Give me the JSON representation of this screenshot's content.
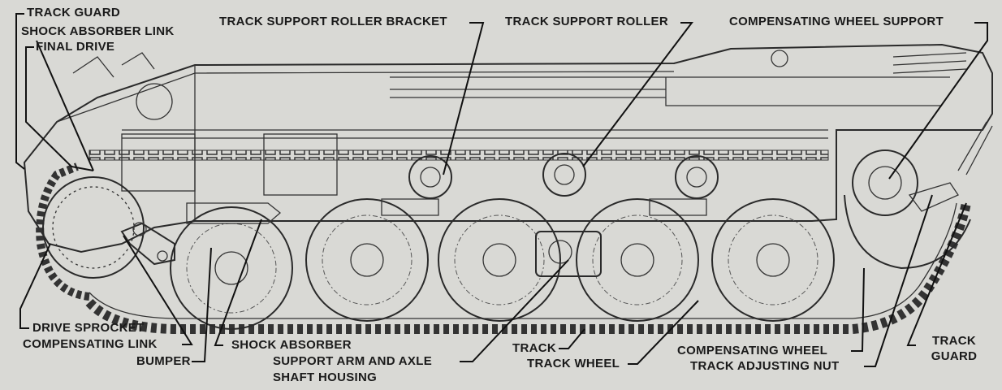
{
  "labels": {
    "track_guard_left": "TRACK GUARD",
    "shock_absorber_link": "SHOCK ABSORBER LINK",
    "final_drive": "FINAL DRIVE",
    "track_support_roller_bracket": "TRACK SUPPORT ROLLER BRACKET",
    "track_support_roller": "TRACK SUPPORT ROLLER",
    "compensating_wheel_support": "COMPENSATING WHEEL SUPPORT",
    "drive_sprocket": "DRIVE SPROCKET",
    "compensating_link": "COMPENSATING LINK",
    "bumper": "BUMPER",
    "shock_absorber": "SHOCK ABSORBER",
    "support_arm_line1": "SUPPORT ARM AND AXLE",
    "support_arm_line2": "SHAFT HOUSING",
    "track": "TRACK",
    "track_wheel": "TRACK WHEEL",
    "compensating_wheel": "COMPENSATING WHEEL",
    "track_adjusting_nut": "TRACK ADJUSTING NUT",
    "track_guard_right_line1": "TRACK",
    "track_guard_right_line2": "GUARD"
  }
}
